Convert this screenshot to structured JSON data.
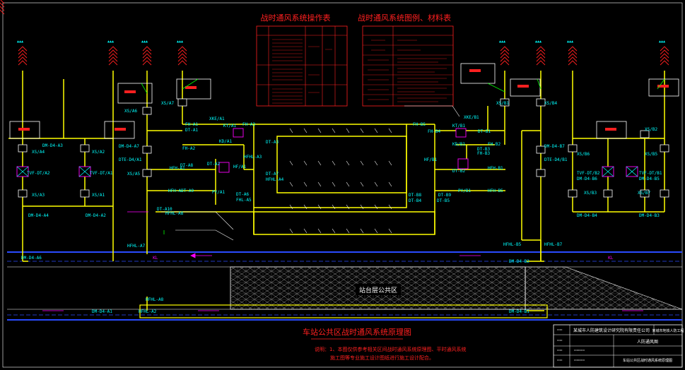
{
  "tables": {
    "left_title": "战时通风系统操作表",
    "right_title": "战时通风系统图例、材料表"
  },
  "drawing": {
    "title": "车站公共区战时通风系统原理图",
    "note_line1": "说明：1、本图仅供参考相关区间战时通风系统原理图、平时通风系统",
    "note_line2": "施工图等专业施工设计图纸进行施工设计配合。"
  },
  "titleblock": {
    "company": "某城市人防建筑设计研究院有限责任公司",
    "project": "某城市地铁人防工程",
    "sheet_name": "人防通风图",
    "sheet_desc": "车站公共区战时通风系统原理图"
  },
  "labels": {
    "xs_a6": "XS/A6",
    "xs_a7": "XS/A7",
    "xs_a4": "XS/A4",
    "xs_a2": "XS/A2",
    "xs_a3": "XS/A3",
    "xs_a1": "XS/A1",
    "xs_a5": "XS/A5",
    "tvf_a2": "TVF-DT/A2",
    "tvf_a1": "TVF-DT/A1",
    "dm_d4_a3": "DM-D4-A3",
    "dm_d4_a4": "DM-D4-A4",
    "dm_d4_a2": "DM-D4-A2",
    "dm_d4_a1": "DM-D4-A1",
    "dm_d4_a7": "DM-D4-A7",
    "dte_d4_a1": "DTE-D4/A1",
    "xke_a1": "XKE/A1",
    "kt_a1": "KT/A1",
    "fh_a1": "FH-A1",
    "fh_a2": "FH-A2",
    "fh_a3": "FH-A3",
    "hf_a1": "HF/A1",
    "dt_a1": "DT-A1",
    "dt_a2": "DT-A2",
    "kd_a1": "KD/A1",
    "hfhl_a3": "HFHL-A3",
    "dt_a3": "DT-A3",
    "dt_a8": "DT-A8",
    "dt_a7": "DT-A7",
    "hfhl_a4": "HFHL-A4",
    "pv_a1": "PY/A1",
    "hfh_a1": "HFH-A1",
    "hfh_abt": "HFH-ABT-A9",
    "dt_a6": "DT-A6",
    "fhl_a5": "FHL-A5",
    "dt_a10": "DT-A10",
    "hfhl_a8": "HFHL-A8",
    "hfhl_a7": "HFHL-A7",
    "hfhl_a8b": "HFHL-A8",
    "dm_d4_a2b": "DM-D4-A2",
    "dm_d4_a1b": "DM-D4-A1",
    "hfhl_a2": "HFHL-A2",
    "xke_b1": "XKE/B1",
    "kt_b1": "KT/B1",
    "fh_b5": "FH-B5",
    "fh_b4": "FH-B4",
    "fh_b3": "FH-B3",
    "fh_b2": "FH-B2",
    "dt_b1": "DT-B1",
    "ka_b1": "KD/B1",
    "dt_b3": "DT-B3",
    "dt_b4": "DT-B4",
    "dt_b8": "DT-B8",
    "dt_b9": "DT-B9",
    "hfh_b1": "HFH-B1",
    "hfh_b5": "HFH-B5",
    "hf_b1": "HF/B1",
    "py_b1": "PY/B1",
    "dt_b2": "DT-B2",
    "dt_b5": "DT-B5",
    "xs_b1": "XS/B1",
    "xs_b4": "XS/B4",
    "xs_b5": "XS/B5",
    "xs_b2": "XS/B2",
    "xs_b3": "XS/B3",
    "xs_b6": "XS/B6",
    "xs_b7": "XS/B7",
    "dm_d4_b7": "DM-D4-B7",
    "dte_d4_b1": "DTE-D4/B1",
    "tvf_b2": "TVF-DT/B2",
    "tvf_b1": "TVF-DT/B1",
    "dm_d4_b6": "DM-D4-B6",
    "dm_d4_b5": "DM-D4-B5",
    "dm_d4_b4": "DM-D4-B4",
    "dm_d4_b3": "DM-D4-B3",
    "dm_d4_b2": "DM-D4-B2",
    "dm_d4_b1": "DM-D4-B1",
    "hfhl_b5": "HFHL-B5",
    "hfhl_b7": "HFHL-B7",
    "lower_center": "站台层公共区",
    "kl_left": "KL",
    "kl_right": "KL",
    "dm_d4_a6": "DM-D4-A6"
  },
  "colors": {
    "duct": "#ffff00",
    "cyan": "#00ffff",
    "red": "#ff2020",
    "magenta": "#ff00ff",
    "white": "#ffffff",
    "blue": "#2a4bff",
    "green": "#00ff00"
  }
}
